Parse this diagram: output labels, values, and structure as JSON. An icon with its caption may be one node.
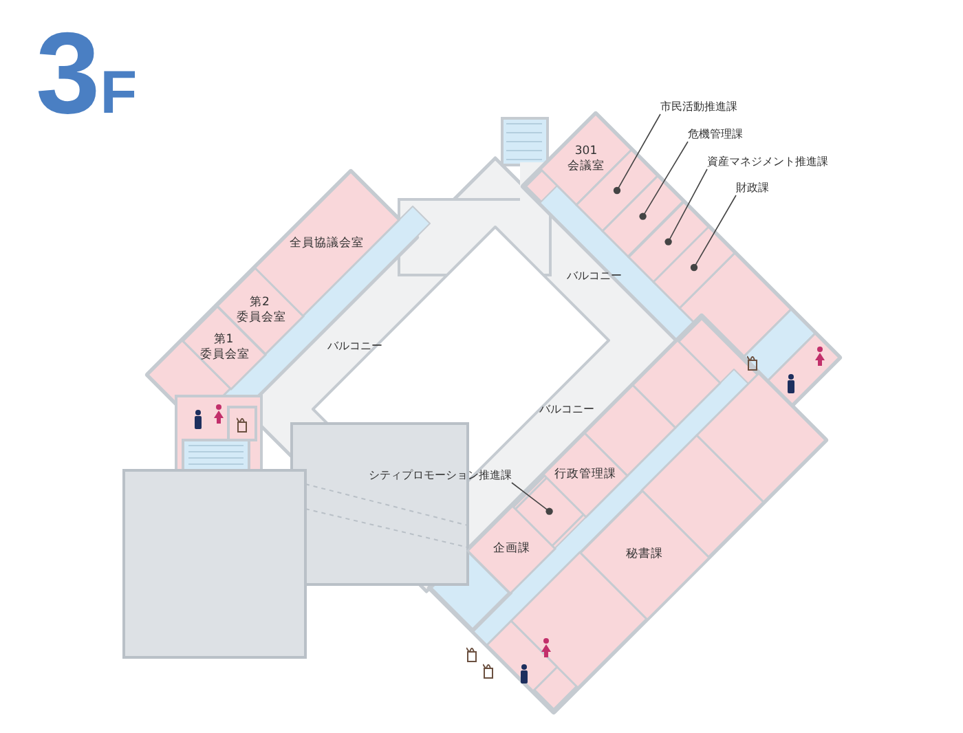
{
  "diagram": {
    "title": "3F",
    "nodes": [
      {
        "text": [
          "301 会議室"
        ]
      },
      {
        "text": [
          "市民活動推進課"
        ]
      },
      {
        "text": [],
        "shape": "box"
      },
      {
        "text": [
          "危機管理課"
        ]
      },
      {
        "text": [],
        "shape": "box"
      },
      {
        "text": [
          "資産マネジメント推進課"
        ]
      },
      {
        "text": [],
        "shape": "box"
      },
      {
        "text": [
          "財政課"
        ]
      },
      {
        "text": [],
        "shape": "box"
      },
      {
        "text": [
          "全員協議会室"
        ]
      },
      {
        "text": [
          "第2 委員会室"
        ]
      },
      {
        "text": [
          "第1 委員会室"
        ]
      },
      {
        "text": [
          "シティプロモーション推進課"
        ]
      },
      {
        "text": [],
        "shape": "diamond"
      },
      {
        "text": [
          "行政管理課"
        ]
      },
      {
        "text": [
          "企画課"
        ]
      },
      {
        "text": [
          "秘書課"
        ]
      }
    ],
    "edges": [
      {
        "from": 1,
        "to": 2,
        "arrow": "other"
      },
      {
        "from": 3,
        "to": 4,
        "arrow": "other"
      },
      {
        "from": 5,
        "to": 6,
        "arrow": "other"
      },
      {
        "from": 7,
        "to": 8,
        "arrow": "other"
      },
      {
        "from": 12,
        "to": 13,
        "arrow": "other"
      }
    ],
    "labels": [
      "バルコニー",
      "バルコニー",
      "バルコニー"
    ]
  }
}
